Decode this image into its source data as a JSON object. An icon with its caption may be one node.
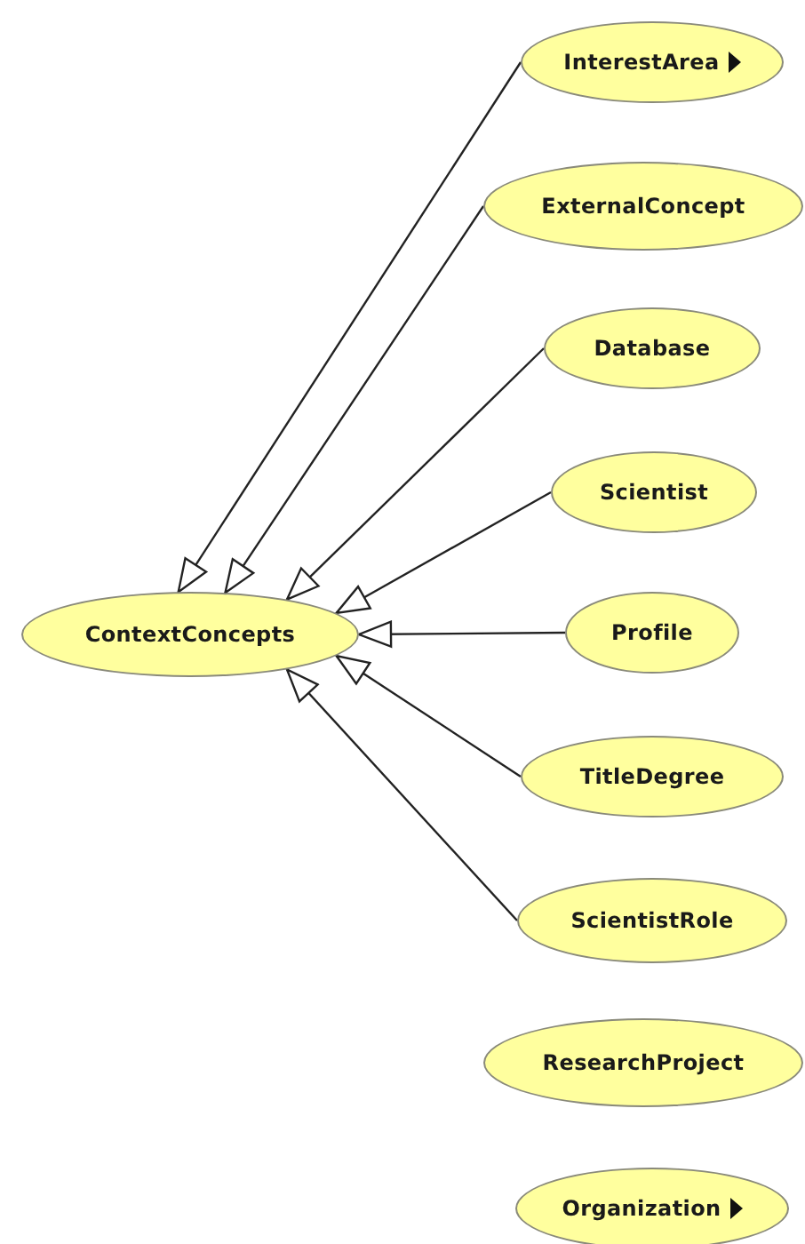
{
  "diagram": {
    "nodes": [
      {
        "text": [
          "InterestArea"
        ]
      },
      {
        "text": [
          "ExternalConcept"
        ]
      },
      {
        "text": [
          "Database"
        ]
      },
      {
        "text": [
          "Scientist"
        ]
      },
      {
        "text": [
          "ContextConcepts"
        ]
      },
      {
        "text": [
          "Profile"
        ]
      },
      {
        "text": [
          "TitleDegree"
        ]
      },
      {
        "text": [
          "ScientistRole"
        ]
      },
      {
        "text": [
          "ResearchProject"
        ]
      },
      {
        "text": [
          "Organization"
        ]
      }
    ],
    "edges": [
      {
        "from": 0,
        "to": 4,
        "arrow": "to"
      },
      {
        "from": 1,
        "to": 4,
        "arrow": "to"
      },
      {
        "from": 2,
        "to": 4,
        "arrow": "to"
      },
      {
        "from": 3,
        "to": 4,
        "arrow": "to"
      },
      {
        "from": 5,
        "to": 4,
        "arrow": "to"
      },
      {
        "from": 6,
        "to": 4,
        "arrow": "to"
      },
      {
        "from": 7,
        "to": 4,
        "arrow": "to"
      }
    ]
  }
}
